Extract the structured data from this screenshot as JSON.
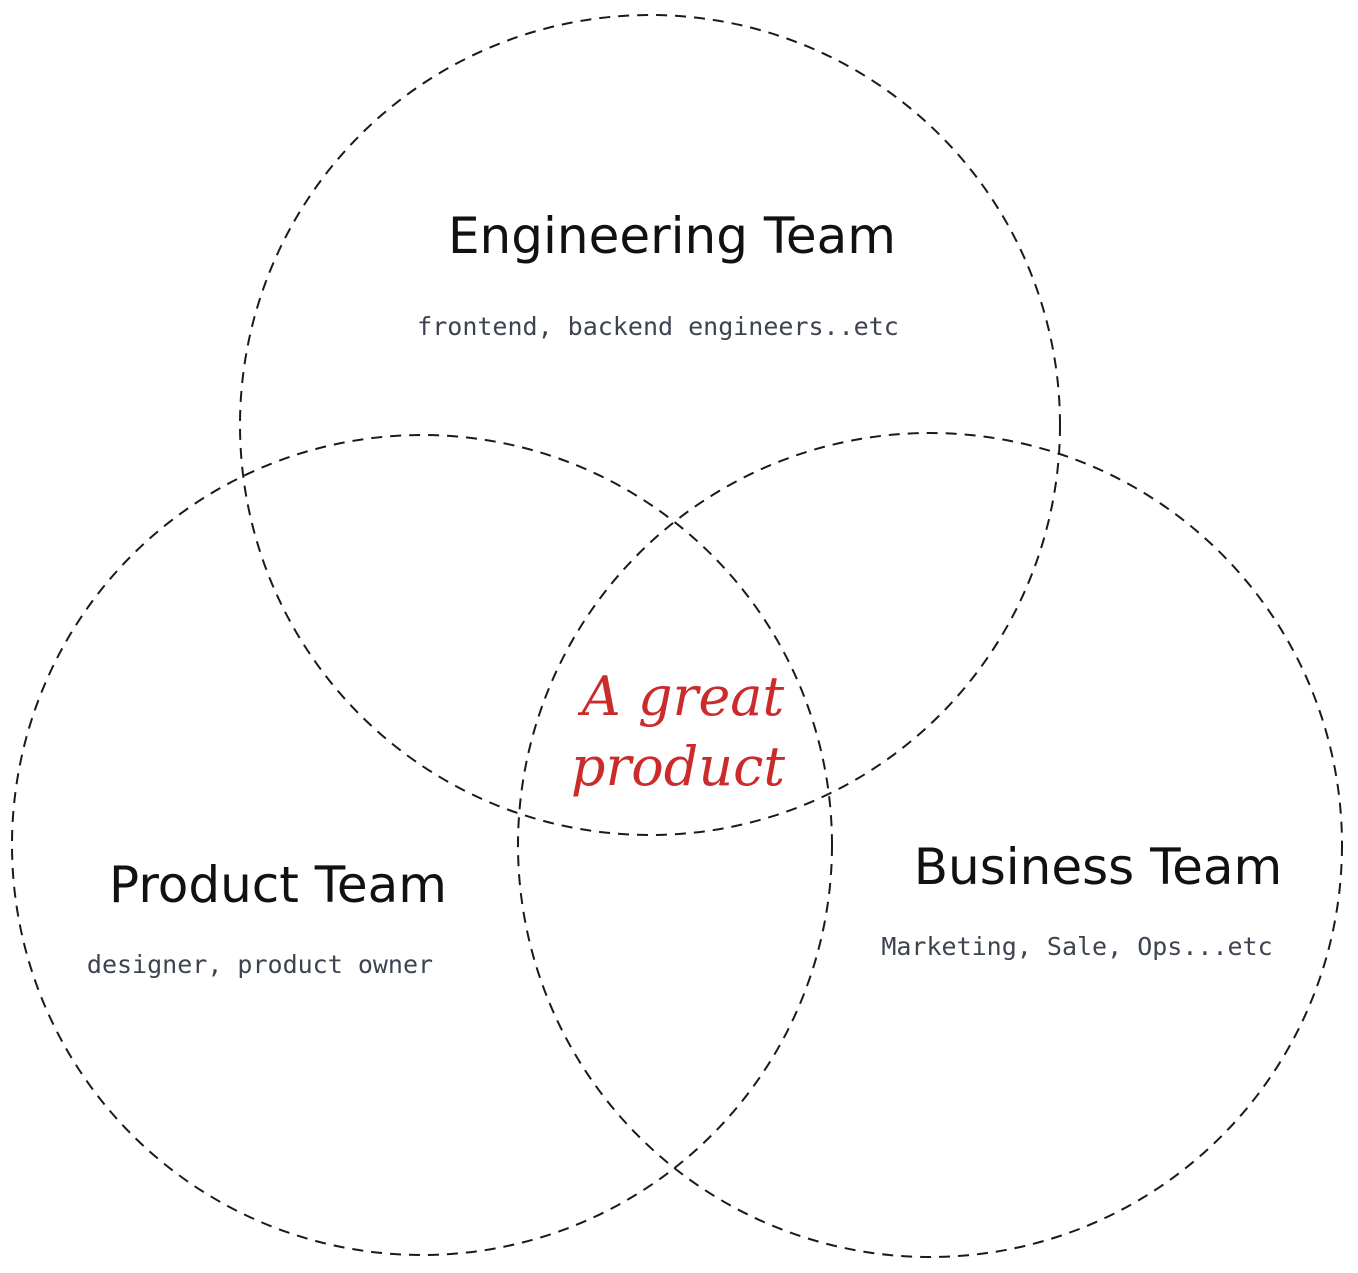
{
  "diagram": {
    "type": "venn",
    "circles": [
      {
        "id": "engineering",
        "title": "Engineering Team",
        "subtitle": "frontend, backend engineers..etc"
      },
      {
        "id": "product",
        "title": "Product Team",
        "subtitle": "designer, product owner"
      },
      {
        "id": "business",
        "title": "Business Team",
        "subtitle": "Marketing, Sale, Ops...etc"
      }
    ],
    "intersection": {
      "line1": "A great",
      "line2": "product"
    },
    "colors": {
      "circle_stroke": "#1a1a1a",
      "title": "#111111",
      "subtitle": "#3d4350",
      "intersection": "#cc2b2b"
    }
  }
}
